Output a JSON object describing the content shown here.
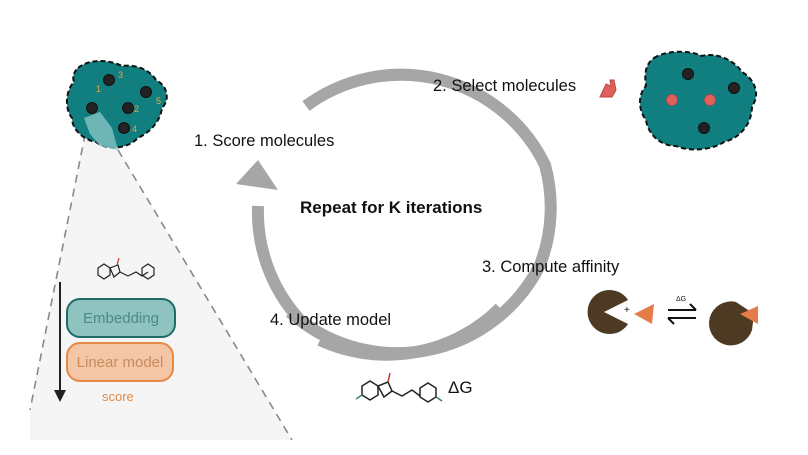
{
  "cycle": {
    "center_label": "Repeat for K iterations",
    "steps": [
      {
        "label": "1. Score molecules"
      },
      {
        "label": "2. Select molecules"
      },
      {
        "label": "3. Compute affinity"
      },
      {
        "label": "4. Update model"
      }
    ]
  },
  "model_panel": {
    "embedding_label": "Embedding",
    "linear_label": "Linear model",
    "score_label": "score"
  },
  "pocket_numbers": [
    "1",
    "2",
    "3",
    "4",
    "5"
  ],
  "delta_g_label": "ΔG",
  "reaction_delta_label": "ΔG",
  "plus_sign": "+",
  "colors": {
    "arrow_gray": "#a6a6a6",
    "pocket_teal": "#117f7f",
    "embedding_fill": "#8fc3c0",
    "embedding_border": "#1f6b68",
    "linear_fill": "#f5c6a5",
    "linear_border": "#e58a45",
    "score_orange": "#e58a45",
    "selected_red": "#e0605c",
    "protein_brown": "#4e3a22",
    "ligand_orange": "#e47c4a"
  },
  "icons": [
    "molecule-icon",
    "hand-pointer-icon",
    "protein-pacman-icon",
    "equilibrium-arrows-icon"
  ]
}
